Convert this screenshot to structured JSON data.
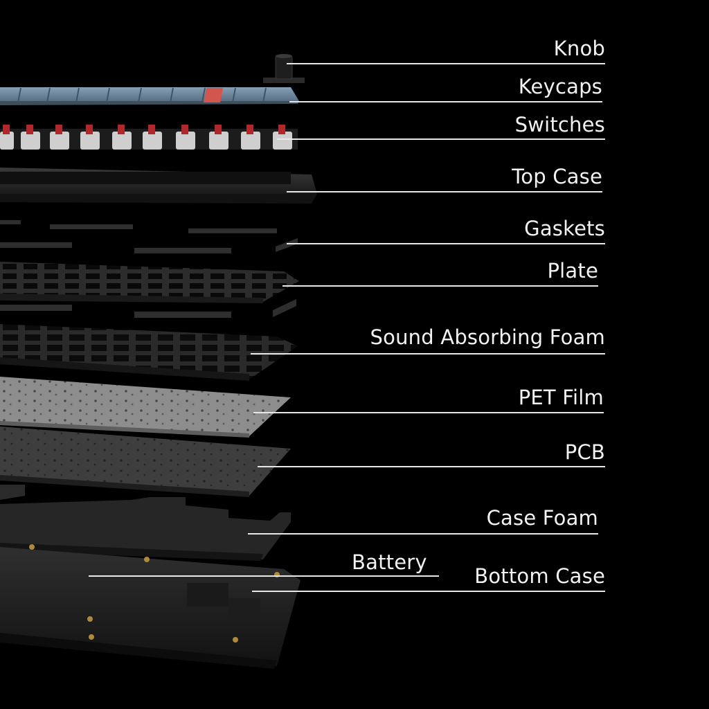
{
  "diagram": {
    "labels": [
      {
        "id": "knob",
        "text": "Knob"
      },
      {
        "id": "keycaps",
        "text": "Keycaps"
      },
      {
        "id": "switches",
        "text": "Switches"
      },
      {
        "id": "top-case",
        "text": "Top Case"
      },
      {
        "id": "gaskets",
        "text": "Gaskets"
      },
      {
        "id": "plate",
        "text": "Plate"
      },
      {
        "id": "sound-absorbing-foam",
        "text": "Sound Absorbing Foam"
      },
      {
        "id": "pet-film",
        "text": "PET Film"
      },
      {
        "id": "pcb",
        "text": "PCB"
      },
      {
        "id": "case-foam",
        "text": "Case Foam"
      },
      {
        "id": "battery",
        "text": "Battery"
      },
      {
        "id": "bottom-case",
        "text": "Bottom Case"
      }
    ]
  },
  "colors": {
    "background": "#000000",
    "label_text": "#f2f2f2",
    "leader_line": "#e8e8e8",
    "keycap_blue": "#6f8aa1",
    "keycap_accent": "#d2554e",
    "switch_stem": "#b0272c",
    "case_dark": "#262626",
    "film_grey": "#8f8f8f",
    "pcb_grey": "#3e3e3e"
  }
}
